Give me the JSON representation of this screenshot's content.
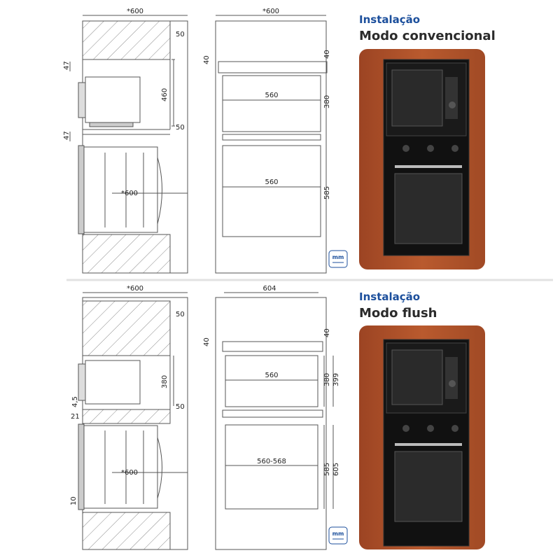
{
  "top": {
    "subtitle": "Instalação",
    "title": "Modo convencional",
    "side": {
      "width": "*600",
      "gap_top": "50",
      "gap_bottom": "50",
      "h_top": "47",
      "h_mid": "47",
      "niche_h": "460",
      "depth": "*600"
    },
    "front": {
      "width": "*600",
      "top_l": "40",
      "top_r": "40",
      "w_upper": "560",
      "h_upper": "380",
      "w_lower": "560",
      "h_lower": "585"
    },
    "unit": "mm"
  },
  "bottom": {
    "subtitle": "Instalação",
    "title": "Modo flush",
    "side": {
      "width": "*600",
      "gap_top": "50",
      "gap_bottom": "50",
      "h_a": "4,5",
      "h_b": "21",
      "niche_h": "380",
      "depth": "*600",
      "h_c": "10"
    },
    "front": {
      "width": "604",
      "top_l": "40",
      "top_r": "40",
      "w_upper": "560",
      "h_upper": "380",
      "h_upper2": "399",
      "w_lower": "560-568",
      "h_lower": "585",
      "h_lower2": "605"
    },
    "unit": "mm"
  },
  "colors": {
    "wood": "#b5532a",
    "appliance": "#1a1a1a",
    "accent": "#1c4f9c"
  }
}
